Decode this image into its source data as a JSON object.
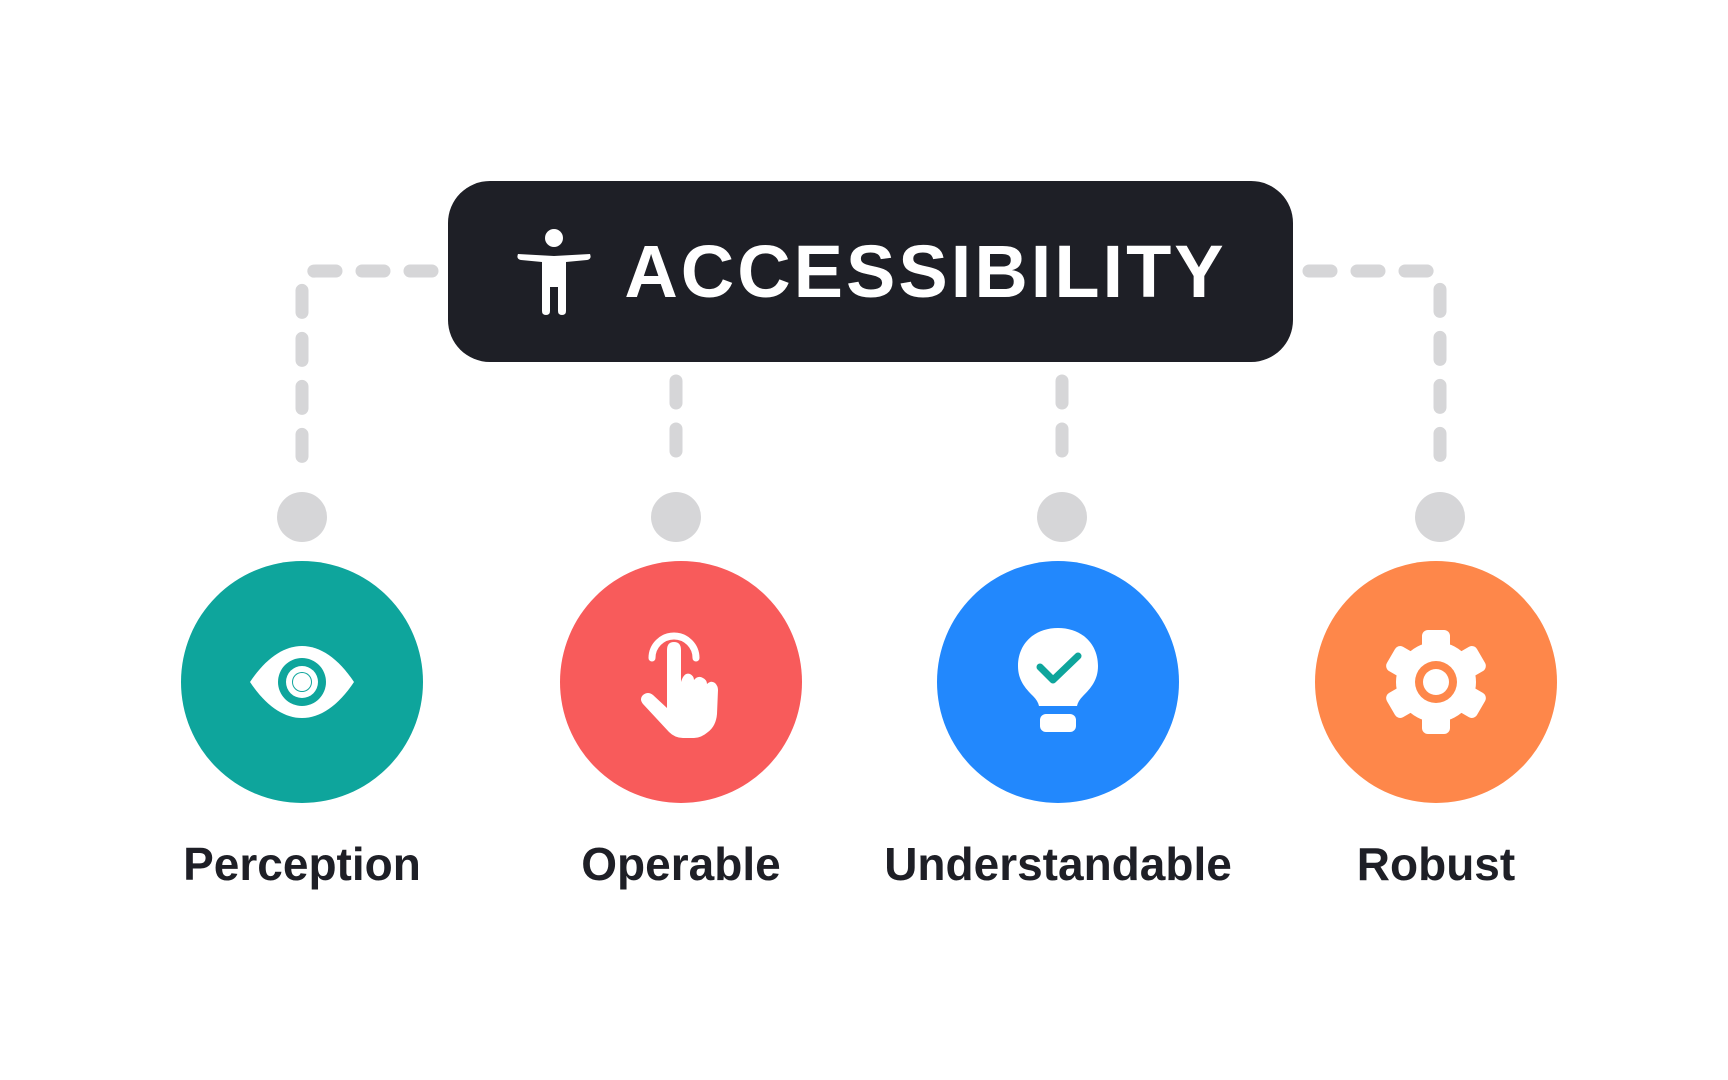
{
  "title": {
    "text": "ACCESSIBILITY",
    "icon": "accessibility-person-icon",
    "background": "#1e1f26",
    "color": "#ffffff"
  },
  "connector_color": "#d6d6d8",
  "principles": [
    {
      "label": "Perception",
      "icon": "eye-icon",
      "color": "#0ea59c"
    },
    {
      "label": "Operable",
      "icon": "pointer-hand-icon",
      "color": "#f85b5b"
    },
    {
      "label": "Understandable",
      "icon": "lightbulb-check-icon",
      "color": "#2288fd"
    },
    {
      "label": "Robust",
      "icon": "gear-icon",
      "color": "#fe874a"
    }
  ]
}
